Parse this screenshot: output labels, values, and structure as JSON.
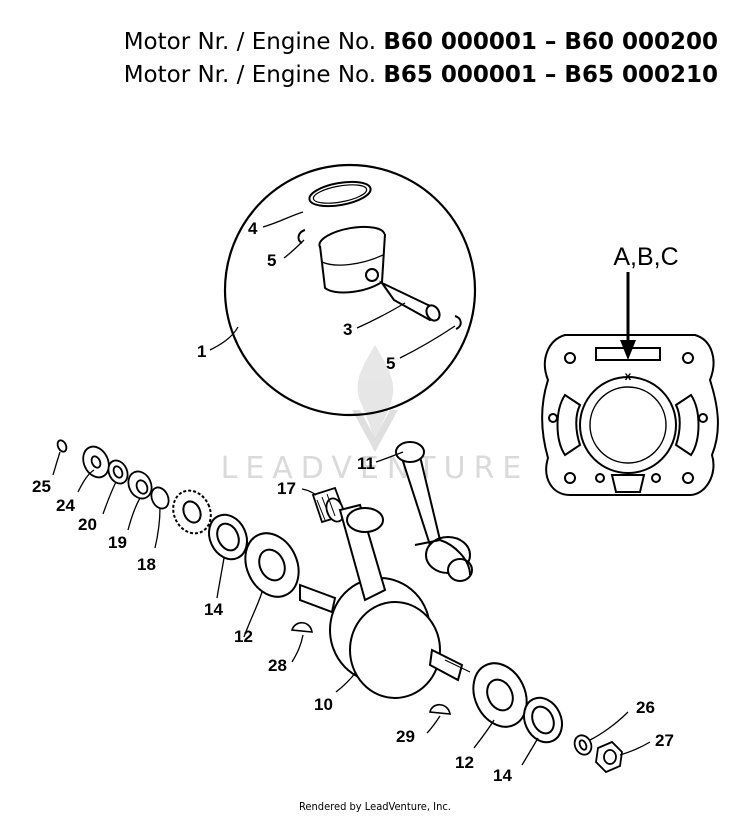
{
  "header": {
    "lines": [
      {
        "prefix": "Motor Nr. / Engine No. ",
        "range": "B60 000001 – B60 000200"
      },
      {
        "prefix": "Motor Nr. / Engine No. ",
        "range": "B65 000001 – B65 000210"
      }
    ]
  },
  "watermark": "LEADVENTURE",
  "cylinder_label": "A,B,C",
  "cylinder_mark": "x",
  "callouts": {
    "c1": "1",
    "c3": "3",
    "c4": "4",
    "c5a": "5",
    "c5b": "5",
    "c10": "10",
    "c11": "11",
    "c12a": "12",
    "c12b": "12",
    "c14a": "14",
    "c14b": "14",
    "c17": "17",
    "c18": "18",
    "c19": "19",
    "c20": "20",
    "c24": "24",
    "c25": "25",
    "c26": "26",
    "c27": "27",
    "c28": "28",
    "c29": "29"
  },
  "footer": "Rendered by LeadVenture, Inc."
}
